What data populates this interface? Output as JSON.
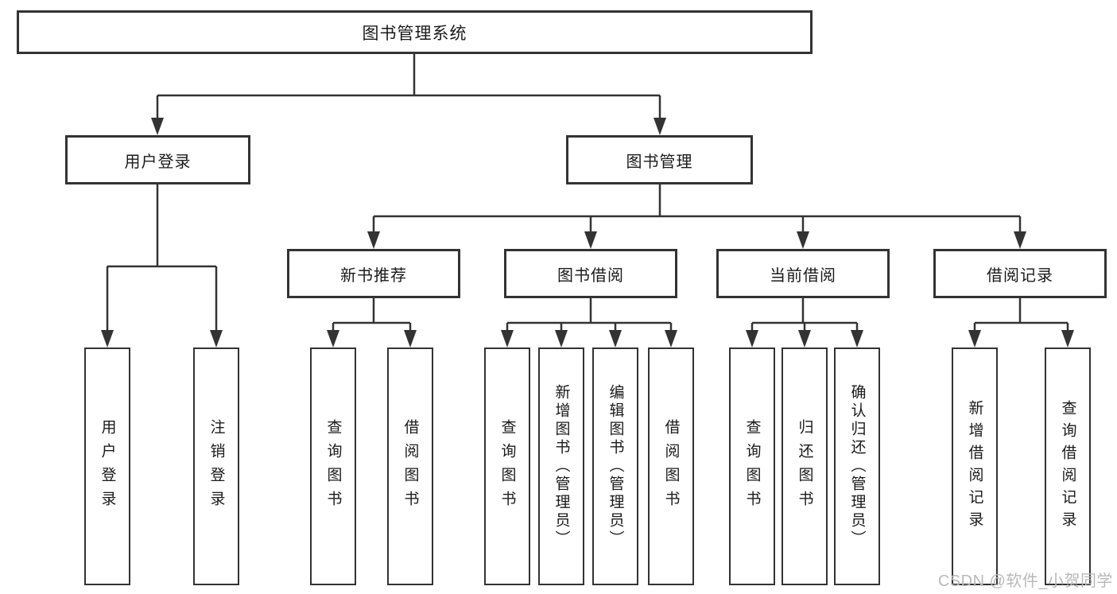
{
  "diagram": {
    "root": {
      "label": "图书管理系统"
    },
    "level2": [
      {
        "label": "用户登录"
      },
      {
        "label": "图书管理"
      }
    ],
    "level3": [
      {
        "label": "新书推荐"
      },
      {
        "label": "图书借阅"
      },
      {
        "label": "当前借阅"
      },
      {
        "label": "借阅记录"
      }
    ],
    "leaves_user": [
      "用户登录",
      "注销登录"
    ],
    "leaves_newbook": [
      "查询图书",
      "借阅图书"
    ],
    "leaves_borrow": [
      "查询图书",
      "新增图书（管理员）",
      "编辑图书（管理员）",
      "借阅图书"
    ],
    "leaves_current": [
      "查询图书",
      "归还图书",
      "确认归还（管理员）"
    ],
    "leaves_record": [
      "新增借阅记录",
      "查询借阅记录"
    ],
    "watermark": "CSDN @软件_小贺同学",
    "colors": {
      "line": "#333333",
      "text": "#1a1a1a",
      "background": "#ffffff",
      "watermark": "#b9b9b9"
    }
  }
}
